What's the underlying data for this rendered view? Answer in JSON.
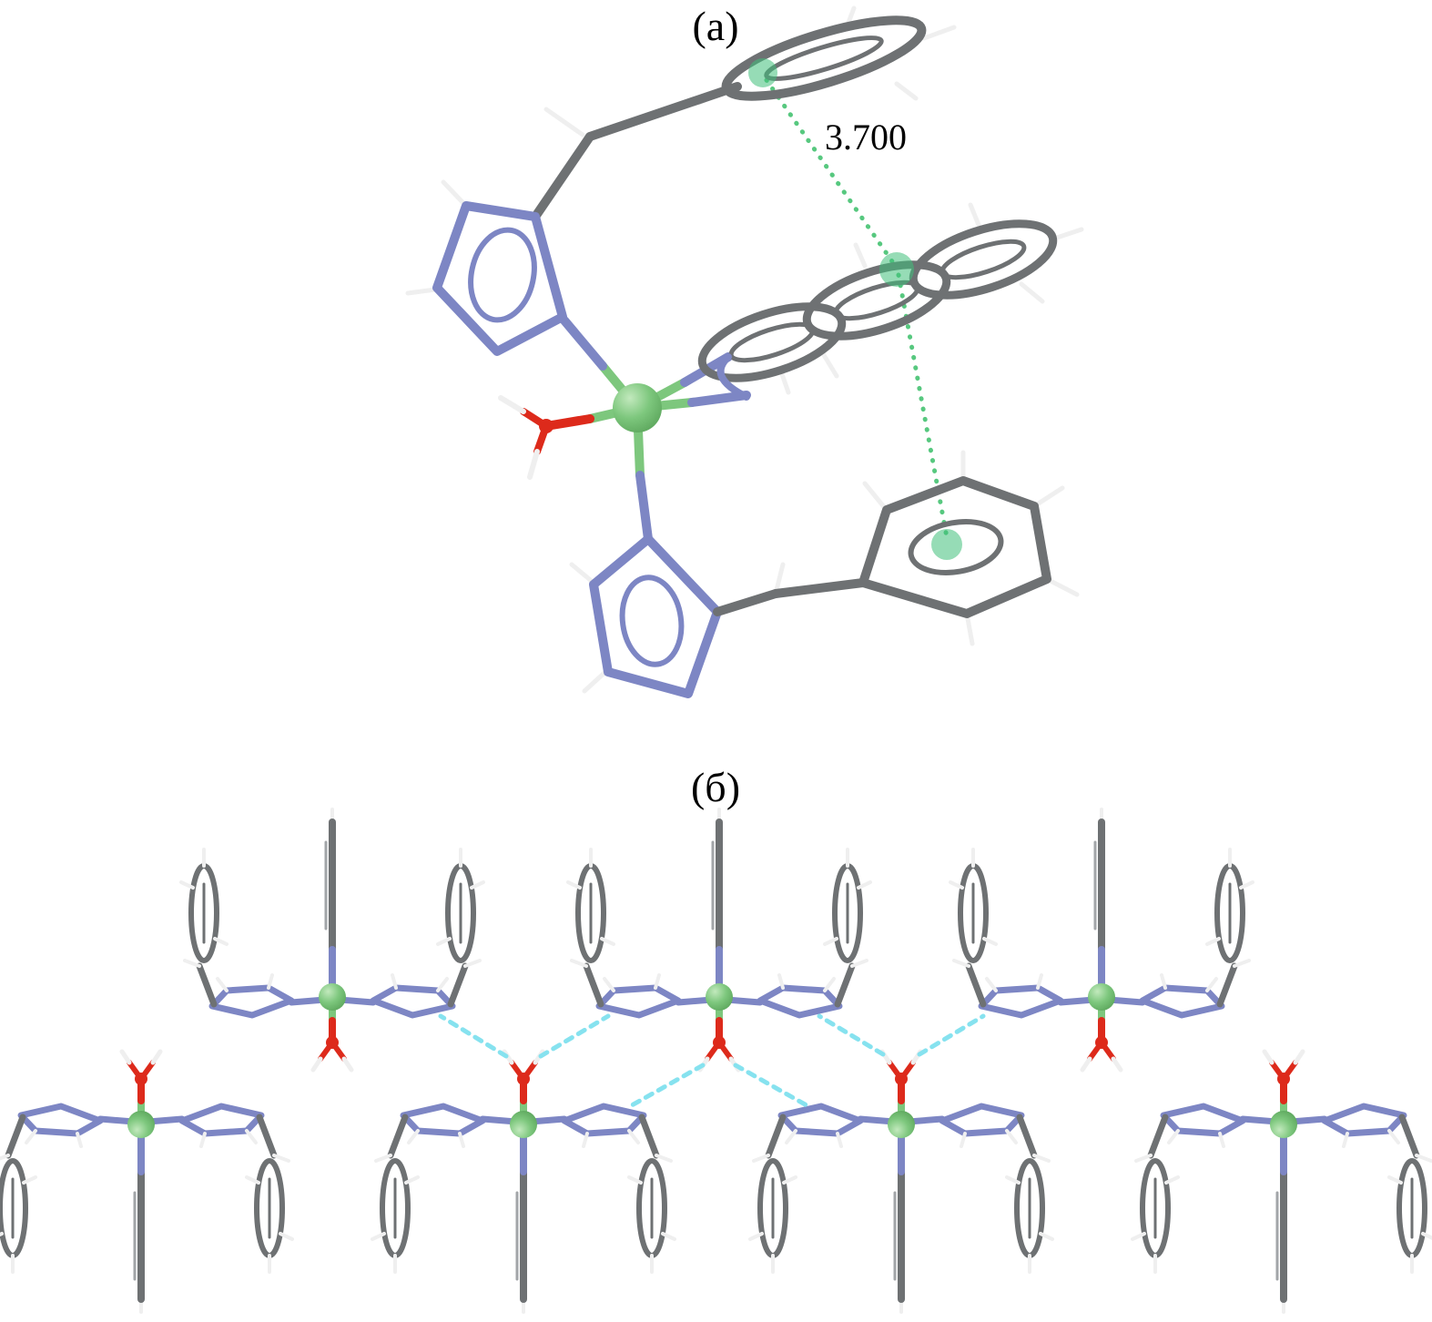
{
  "figure": {
    "panels": [
      {
        "id": "a",
        "label": "(а)"
      },
      {
        "id": "b",
        "label": "(б)"
      }
    ],
    "annotations": {
      "pi_stacking_distance": "3.700"
    }
  },
  "colors": {
    "background": "#ffffff",
    "carbon": "#6e7173",
    "carbon-light": "#a2a5a8",
    "nitrogen": "#7d86c4",
    "oxygen": "#dd2a1b",
    "hydrogen": "#efefef",
    "metal": "#7dc77d",
    "metal-highlight": "#c2e9bd",
    "metal-shade": "#5fa95f",
    "centroid": "#3fbf7a",
    "pi-line": "#57c87f",
    "hbond": "#86e2ef",
    "label": "#000000"
  }
}
